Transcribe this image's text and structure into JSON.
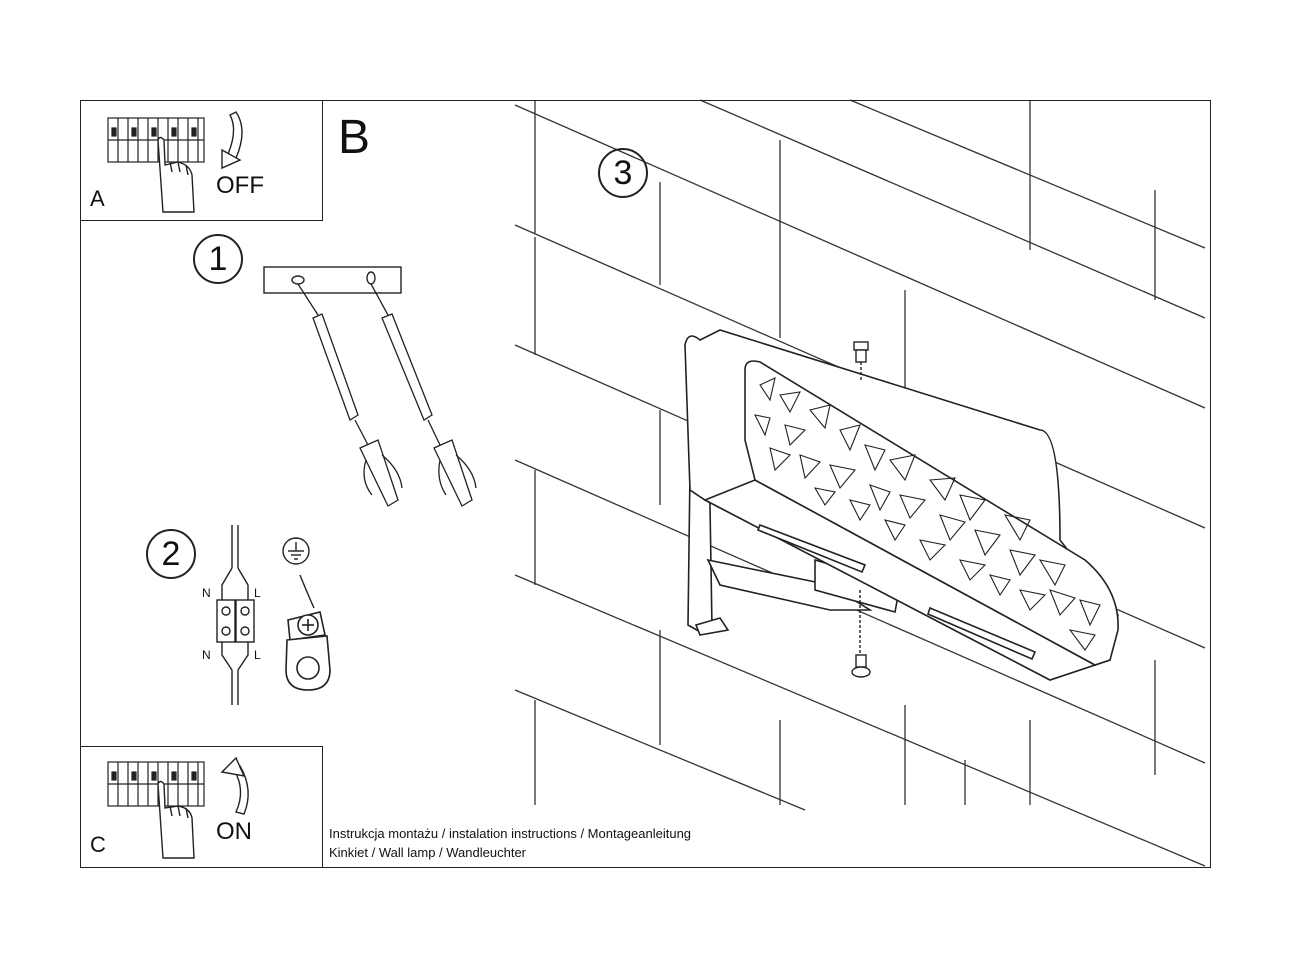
{
  "panels": {
    "a": {
      "label": "A",
      "switch_text": "OFF"
    },
    "b": {
      "label": "B"
    },
    "c": {
      "label": "C",
      "switch_text": "ON"
    }
  },
  "steps": [
    {
      "number": "1"
    },
    {
      "number": "2"
    },
    {
      "number": "3"
    }
  ],
  "wiring": {
    "neutral": "N",
    "live": "L"
  },
  "caption": {
    "line1": "Instrukcja montażu / instalation instructions / Montageanleitung",
    "line2": "Kinkiet / Wall lamp / Wandleuchter"
  },
  "icons": [
    "circuit-breaker-icon",
    "hand-icon",
    "arrow-down-icon",
    "arrow-up-icon",
    "ground-symbol-icon",
    "terminal-block-icon",
    "ground-clamp-icon",
    "wall-plug-icon",
    "screw-icon"
  ]
}
